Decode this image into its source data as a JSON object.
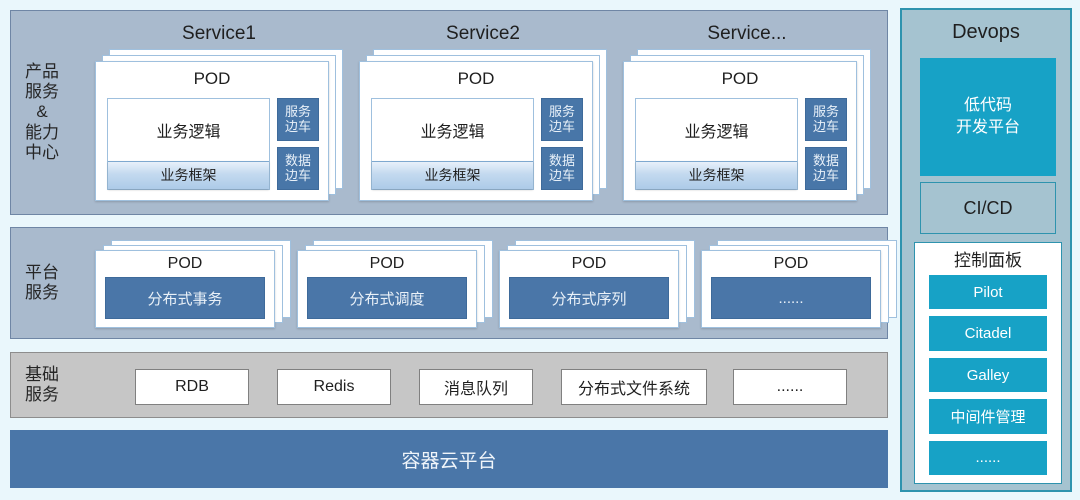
{
  "layers": {
    "product": {
      "label": "产品\n服务\n&\n能力\n中心",
      "services": [
        {
          "title": "Service1",
          "pod_title": "POD",
          "business_logic": "业务逻辑",
          "business_framework": "业务框架",
          "sidecars": [
            "服务\n边车",
            "数据\n边车"
          ]
        },
        {
          "title": "Service2",
          "pod_title": "POD",
          "business_logic": "业务逻辑",
          "business_framework": "业务框架",
          "sidecars": [
            "服务\n边车",
            "数据\n边车"
          ]
        },
        {
          "title": "Service...",
          "pod_title": "POD",
          "business_logic": "业务逻辑",
          "business_framework": "业务框架",
          "sidecars": [
            "服务\n边车",
            "数据\n边车"
          ]
        }
      ]
    },
    "platform": {
      "label": "平台\n服务",
      "pods": [
        {
          "pod_title": "POD",
          "name": "分布式事务"
        },
        {
          "pod_title": "POD",
          "name": "分布式调度"
        },
        {
          "pod_title": "POD",
          "name": "分布式序列"
        },
        {
          "pod_title": "POD",
          "name": "......"
        }
      ]
    },
    "infra": {
      "label": "基础\n服务",
      "items": [
        "RDB",
        "Redis",
        "消息队列",
        "分布式文件系统",
        "......"
      ]
    },
    "cloud": {
      "label": "容器云平台"
    }
  },
  "devops": {
    "title": "Devops",
    "lowcode": "低代码\n开发平台",
    "cicd": "CI/CD",
    "control_panel": {
      "title": "控制面板",
      "buttons": [
        "Pilot",
        "Citadel",
        "Galley",
        "中间件管理",
        "......"
      ]
    }
  },
  "colors": {
    "page_bg": "#eaf7fc",
    "layer_bg": "#a9bacd",
    "layer_border": "#6f86a5",
    "infra_bg": "#c6c6c6",
    "cloud_bg": "#4a76a8",
    "sidecar_bg": "#4876a8",
    "devops_bg": "#a5c3d0",
    "devops_border": "#2e93ae",
    "accent_teal": "#17a2c6"
  }
}
